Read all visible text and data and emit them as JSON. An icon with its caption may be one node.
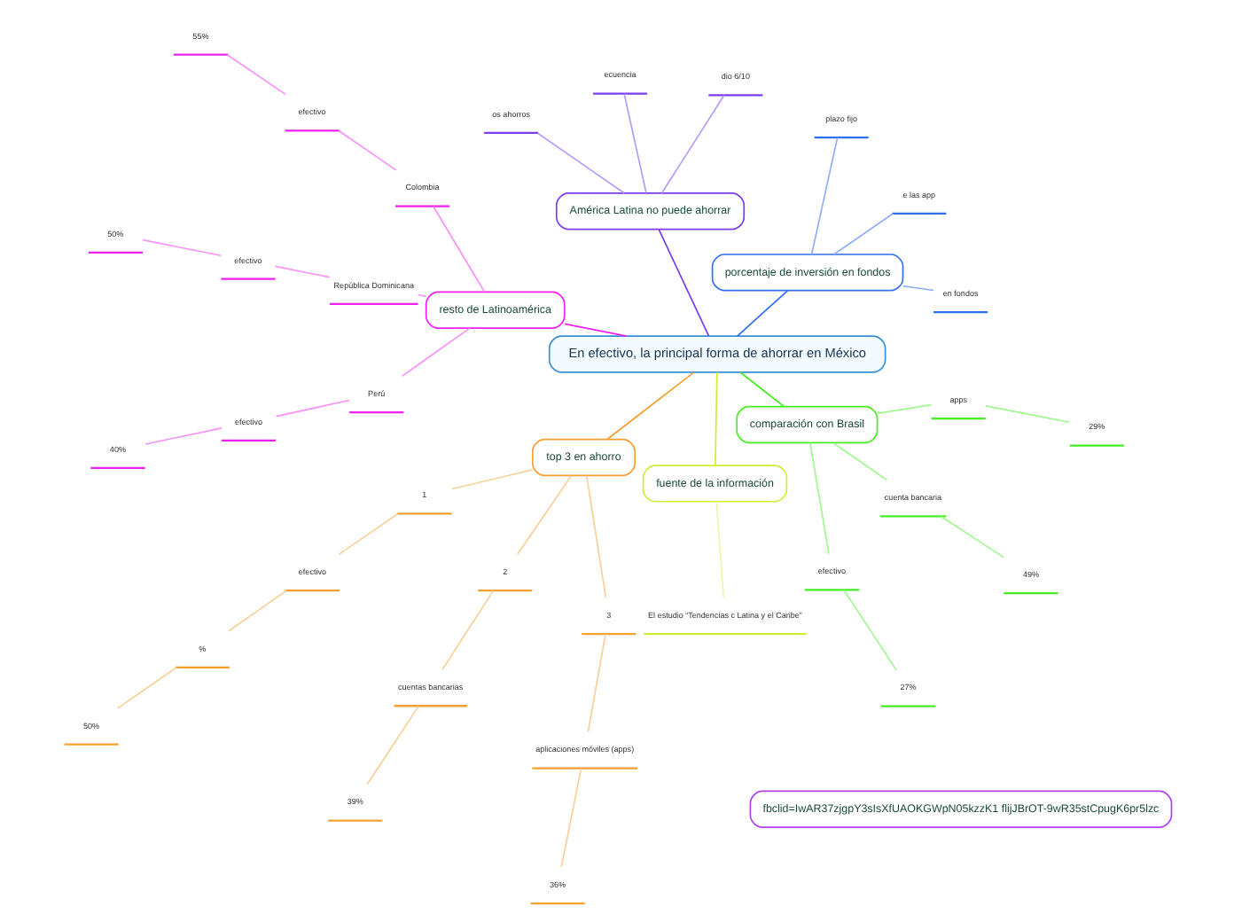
{
  "diagram": {
    "nodes": [
      {
        "text": [
          "En efectivo, la principal forma de ahorrar en México"
        ]
      },
      {
        "text": [
          "fbclid=IwAR37zjgpY3sIsXfUAOKGWpN05kzzK1 flijJBrOT-9wR35stCpugK6pr5lzc"
        ]
      },
      {
        "text": [
          "porcentaje de inversión en fondos"
        ]
      },
      {
        "text": [
          "en fondos"
        ]
      },
      {
        "text": [
          "e las app"
        ]
      },
      {
        "text": [
          "plazo fijo"
        ]
      },
      {
        "text": [
          "América Latina no puede ahorrar"
        ]
      },
      {
        "text": [
          "dio 6/10"
        ]
      },
      {
        "text": [
          "ecuencia"
        ]
      },
      {
        "text": [
          "os ahorros"
        ]
      },
      {
        "text": [
          "resto de Latinoamérica"
        ]
      },
      {
        "text": [
          "Colombia"
        ]
      },
      {
        "text": [
          "efectivo"
        ]
      },
      {
        "text": [
          "55%"
        ]
      },
      {
        "text": [
          "República Dominicana"
        ]
      },
      {
        "text": [
          "efectivo"
        ]
      },
      {
        "text": [
          "50%"
        ]
      },
      {
        "text": [
          "Perú"
        ]
      },
      {
        "text": [
          "efectivo"
        ]
      },
      {
        "text": [
          "40%"
        ]
      },
      {
        "text": [
          "top 3 en ahorro"
        ]
      },
      {
        "text": [
          "1"
        ]
      },
      {
        "text": [
          "efectivo"
        ]
      },
      {
        "text": [
          "%"
        ]
      },
      {
        "text": [
          "50%"
        ]
      },
      {
        "text": [
          "2"
        ]
      },
      {
        "text": [
          "cuentas bancarias"
        ]
      },
      {
        "text": [
          "39%"
        ]
      },
      {
        "text": [
          "3"
        ]
      },
      {
        "text": [
          "aplicaciones móviles (apps)"
        ]
      },
      {
        "text": [
          "36%"
        ]
      },
      {
        "text": [
          "fuente de la información"
        ]
      },
      {
        "text": [
          "El estudio “Tendencias c Latina y el Caribe”"
        ]
      },
      {
        "text": [
          "comparación con Brasil"
        ]
      },
      {
        "text": [
          "efectivo"
        ]
      },
      {
        "text": [
          "27%"
        ]
      },
      {
        "text": [
          "cuenta bancaria"
        ]
      },
      {
        "text": [
          "49%"
        ]
      },
      {
        "text": [
          "apps"
        ]
      },
      {
        "text": [
          "29%"
        ]
      }
    ],
    "edges": [
      {
        "from": 0,
        "to": 2,
        "arrow": "none",
        "color": "#2f6ff0"
      },
      {
        "from": 2,
        "to": 3,
        "arrow": "none",
        "color": "#8fb0f8"
      },
      {
        "from": 2,
        "to": 4,
        "arrow": "none",
        "color": "#8fb0f8"
      },
      {
        "from": 2,
        "to": 5,
        "arrow": "none",
        "color": "#8fb0f8"
      },
      {
        "from": 0,
        "to": 6,
        "arrow": "none",
        "color": "#7a3cf0"
      },
      {
        "from": 6,
        "to": 7,
        "arrow": "none",
        "color": "#b89af8"
      },
      {
        "from": 6,
        "to": 8,
        "arrow": "none",
        "color": "#b89af8"
      },
      {
        "from": 6,
        "to": 9,
        "arrow": "none",
        "color": "#b89af8"
      },
      {
        "from": 0,
        "to": 10,
        "arrow": "none",
        "color": "#f020f0"
      },
      {
        "from": 10,
        "to": 11,
        "arrow": "none",
        "color": "#f890f8"
      },
      {
        "from": 11,
        "to": 12,
        "arrow": "none",
        "color": "#f890f8"
      },
      {
        "from": 12,
        "to": 13,
        "arrow": "none",
        "color": "#f890f8"
      },
      {
        "from": 10,
        "to": 14,
        "arrow": "none",
        "color": "#f890f8"
      },
      {
        "from": 14,
        "to": 15,
        "arrow": "none",
        "color": "#f890f8"
      },
      {
        "from": 15,
        "to": 16,
        "arrow": "none",
        "color": "#f890f8"
      },
      {
        "from": 10,
        "to": 17,
        "arrow": "none",
        "color": "#f890f8"
      },
      {
        "from": 17,
        "to": 18,
        "arrow": "none",
        "color": "#f890f8"
      },
      {
        "from": 18,
        "to": 19,
        "arrow": "none",
        "color": "#f890f8"
      },
      {
        "from": 0,
        "to": 20,
        "arrow": "none",
        "color": "#f5a030"
      },
      {
        "from": 20,
        "to": 21,
        "arrow": "none",
        "color": "#fad09a"
      },
      {
        "from": 21,
        "to": 22,
        "arrow": "none",
        "color": "#fad09a"
      },
      {
        "from": 22,
        "to": 23,
        "arrow": "none",
        "color": "#fad09a"
      },
      {
        "from": 23,
        "to": 24,
        "arrow": "none",
        "color": "#fad09a"
      },
      {
        "from": 20,
        "to": 25,
        "arrow": "none",
        "color": "#fad09a"
      },
      {
        "from": 25,
        "to": 26,
        "arrow": "none",
        "color": "#fad09a"
      },
      {
        "from": 26,
        "to": 27,
        "arrow": "none",
        "color": "#fad09a"
      },
      {
        "from": 20,
        "to": 28,
        "arrow": "none",
        "color": "#fad09a"
      },
      {
        "from": 28,
        "to": 29,
        "arrow": "none",
        "color": "#fad09a"
      },
      {
        "from": 29,
        "to": 30,
        "arrow": "none",
        "color": "#fad09a"
      },
      {
        "from": 0,
        "to": 31,
        "arrow": "none",
        "color": "#ccee33"
      },
      {
        "from": 31,
        "to": 32,
        "arrow": "none",
        "color": "#e8f8a8"
      },
      {
        "from": 0,
        "to": 33,
        "arrow": "none",
        "color": "#44ee22"
      },
      {
        "from": 33,
        "to": 34,
        "arrow": "none",
        "color": "#a0f890"
      },
      {
        "from": 34,
        "to": 35,
        "arrow": "none",
        "color": "#a0f890"
      },
      {
        "from": 33,
        "to": 36,
        "arrow": "none",
        "color": "#a0f890"
      },
      {
        "from": 36,
        "to": 37,
        "arrow": "none",
        "color": "#a0f890"
      },
      {
        "from": 33,
        "to": 38,
        "arrow": "none",
        "color": "#a0f890"
      },
      {
        "from": 38,
        "to": 39,
        "arrow": "none",
        "color": "#a0f890"
      }
    ]
  }
}
